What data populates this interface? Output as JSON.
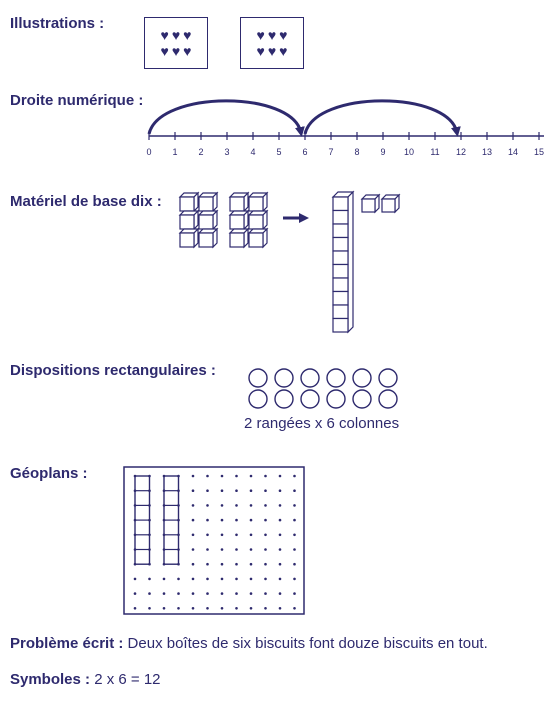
{
  "sections": {
    "illustrations": {
      "label": "Illustrations :"
    },
    "number_line": {
      "label": "Droite numérique :",
      "ticks": [
        "0",
        "1",
        "2",
        "3",
        "4",
        "5",
        "6",
        "7",
        "8",
        "9",
        "10",
        "11",
        "12",
        "13",
        "14",
        "15"
      ],
      "jumps": [
        [
          0,
          6
        ],
        [
          6,
          12
        ]
      ]
    },
    "base_ten": {
      "label": "Matériel de base dix :"
    },
    "arrays": {
      "label": "Dispositions rectangulaires :",
      "rows": 2,
      "cols": 6,
      "caption": "2 rangées x 6 colonnes"
    },
    "geoboard": {
      "label": "Géoplans :"
    },
    "word_problem": {
      "label": "Problème écrit :",
      "text": "Deux boîtes de six biscuits font douze biscuits en tout."
    },
    "symbols": {
      "label": "Symboles :",
      "text": "2 x 6 = 12"
    }
  },
  "colors": {
    "ink": "#2e2a6e",
    "background": "#ffffff"
  },
  "icons": {
    "heart": "♥"
  }
}
